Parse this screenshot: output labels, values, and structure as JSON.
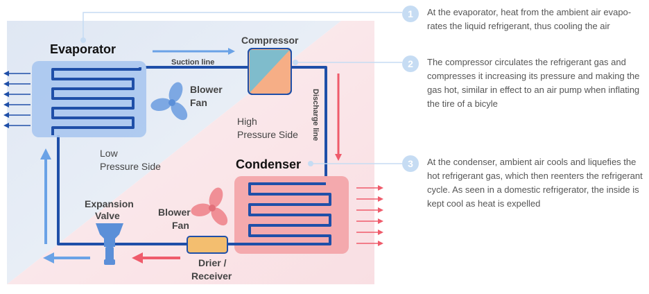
{
  "labels": {
    "evaporator": "Evaporator",
    "compressor": "Compressor",
    "condenser": "Condenser",
    "suction_line": "Suction line",
    "discharge_line": "Discharge line",
    "blower_fan_1_line1": "Blower",
    "blower_fan_1_line2": "Fan",
    "blower_fan_2_line1": "Blower",
    "blower_fan_2_line2": "Fan",
    "high_side_line1": "High",
    "high_side_line2": "Pressure Side",
    "low_side_line1": "Low",
    "low_side_line2": "Pressure Side",
    "expansion_valve_line1": "Expansion",
    "expansion_valve_line2": "Valve",
    "drier_line1": "Drier /",
    "drier_line2": "Receiver"
  },
  "steps": [
    {
      "num": "1",
      "text": "At the evaporator, heat from the ambient air evapo-rates the liquid refrigerant, thus cooling the air"
    },
    {
      "num": "2",
      "text": "The compressor circulates the refrigerant gas and compresses it increasing its pressure and making the gas hot, similar in effect to an air pump when inflating the tire of a bicyle"
    },
    {
      "num": "3",
      "text": "At the condenser, ambient air cools and liquefies the hot refrigerant gas, which then reenters the refrigerant cycle. As seen in a domestic refrigerator, the inside is kept cool as heat is expelled"
    }
  ],
  "colors": {
    "cold_line": "#1f4fa8",
    "cold_arrow": "#6aa2e6",
    "hot_arrow": "#ef5b6b",
    "evaporator_fill": "#a9c6ef",
    "condenser_fill": "#f4a9ad",
    "drier_fill": "#f3be6f",
    "compressor_blue": "#7fbccc",
    "compressor_orange": "#f6ae86",
    "callout_circle": "#c6dcf3"
  },
  "icons": [
    "blower-fan-icon",
    "expansion-valve-icon",
    "heat-arrow-icon"
  ]
}
